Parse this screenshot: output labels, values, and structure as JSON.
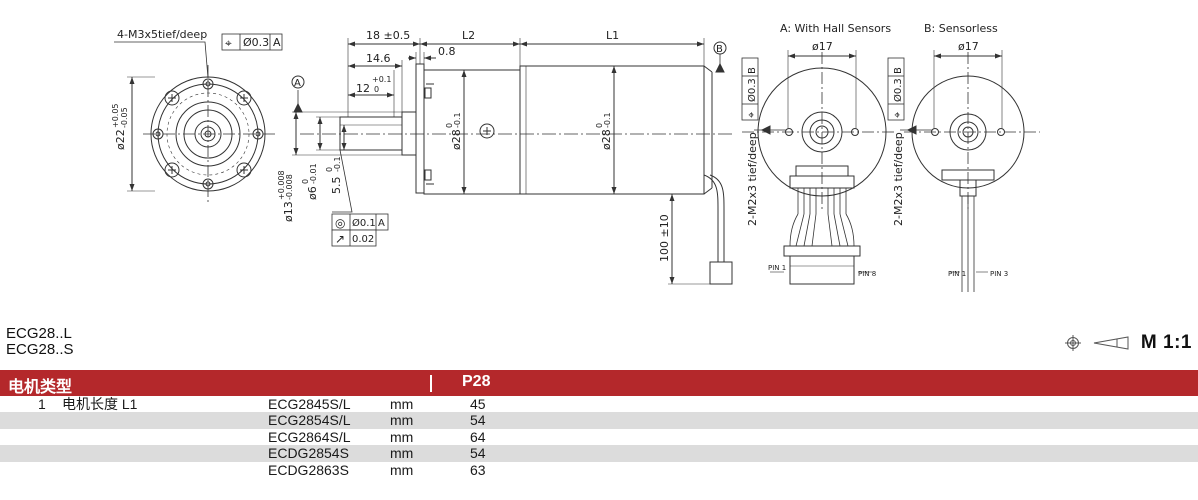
{
  "drawing": {
    "labels": {
      "thread": "4-M3x5tief/deep",
      "pos_symbol": "⌖",
      "pos_tol": "Ø0.3",
      "pos_datum": "A",
      "datum_a": "A",
      "datum_b": "B",
      "d22": "ø22",
      "d22_tol_upper": "+0.05",
      "d22_tol_lower": "-0.05",
      "d13": "ø13",
      "d13_tol_upper": "+0.008",
      "d13_tol_lower": "-0.008",
      "d6": "ø6",
      "d6_tol_upper": "0",
      "d6_tol_lower": "-0.01",
      "flat": "5.5",
      "flat_tol_upper": "0",
      "flat_tol_lower": "-0.1",
      "conc_symbol": "◎",
      "conc_tol": "Ø0.1",
      "conc_datum": "A",
      "runout_symbol": "↗",
      "runout_tol": "0.02",
      "dim_18": "18 ±0.5",
      "dim_146": "14.6",
      "dim_12": "12",
      "dim_12_tol_upper": "+0.1",
      "dim_12_tol_lower": "0",
      "dim_08": "0.8",
      "l2": "L2",
      "l1": "L1",
      "d28a": "ø28",
      "d28a_tol_upper": "0",
      "d28a_tol_lower": "-0.1",
      "d28b": "ø28",
      "d28b_tol_upper": "0",
      "d28b_tol_lower": "-0.1",
      "cable": "100 ±10",
      "view_a_title": "A: With Hall Sensors",
      "view_a_dia": "ø17",
      "view_a_thread": "2-M2x3 tief/deep",
      "view_a_pin_start": "PIN 1",
      "view_a_pin_end": "PIN 8",
      "view_b_title": "B: Sensorless",
      "view_b_dia": "ø17",
      "view_b_thread": "2-M2x3 tief/deep",
      "view_b_pin_start": "PIN 1",
      "view_b_pin_end": "PIN 3",
      "fcf_a_sym": "⌖",
      "fcf_a_tol": "Ø0.3",
      "fcf_a_datum": "B",
      "fcf_b_sym": "⌖",
      "fcf_b_tol": "Ø0.3",
      "fcf_b_datum": "B"
    }
  },
  "models": {
    "line1": "ECG28..L",
    "line2": "ECG28..S"
  },
  "scale": {
    "label": "M 1:1"
  },
  "table": {
    "header_left": "电机类型",
    "header_right": "P28",
    "rows": [
      {
        "num": "1",
        "param": "电机长度 L1",
        "model": "ECG2845S/L",
        "unit": "mm",
        "value": "45"
      },
      {
        "num": "",
        "param": "",
        "model": "ECG2854S/L",
        "unit": "mm",
        "value": "54"
      },
      {
        "num": "",
        "param": "",
        "model": "ECG2864S/L",
        "unit": "mm",
        "value": "64"
      },
      {
        "num": "",
        "param": "",
        "model": "ECDG2854S",
        "unit": "mm",
        "value": "54"
      },
      {
        "num": "",
        "param": "",
        "model": "ECDG2863S",
        "unit": "mm",
        "value": "63"
      }
    ]
  }
}
